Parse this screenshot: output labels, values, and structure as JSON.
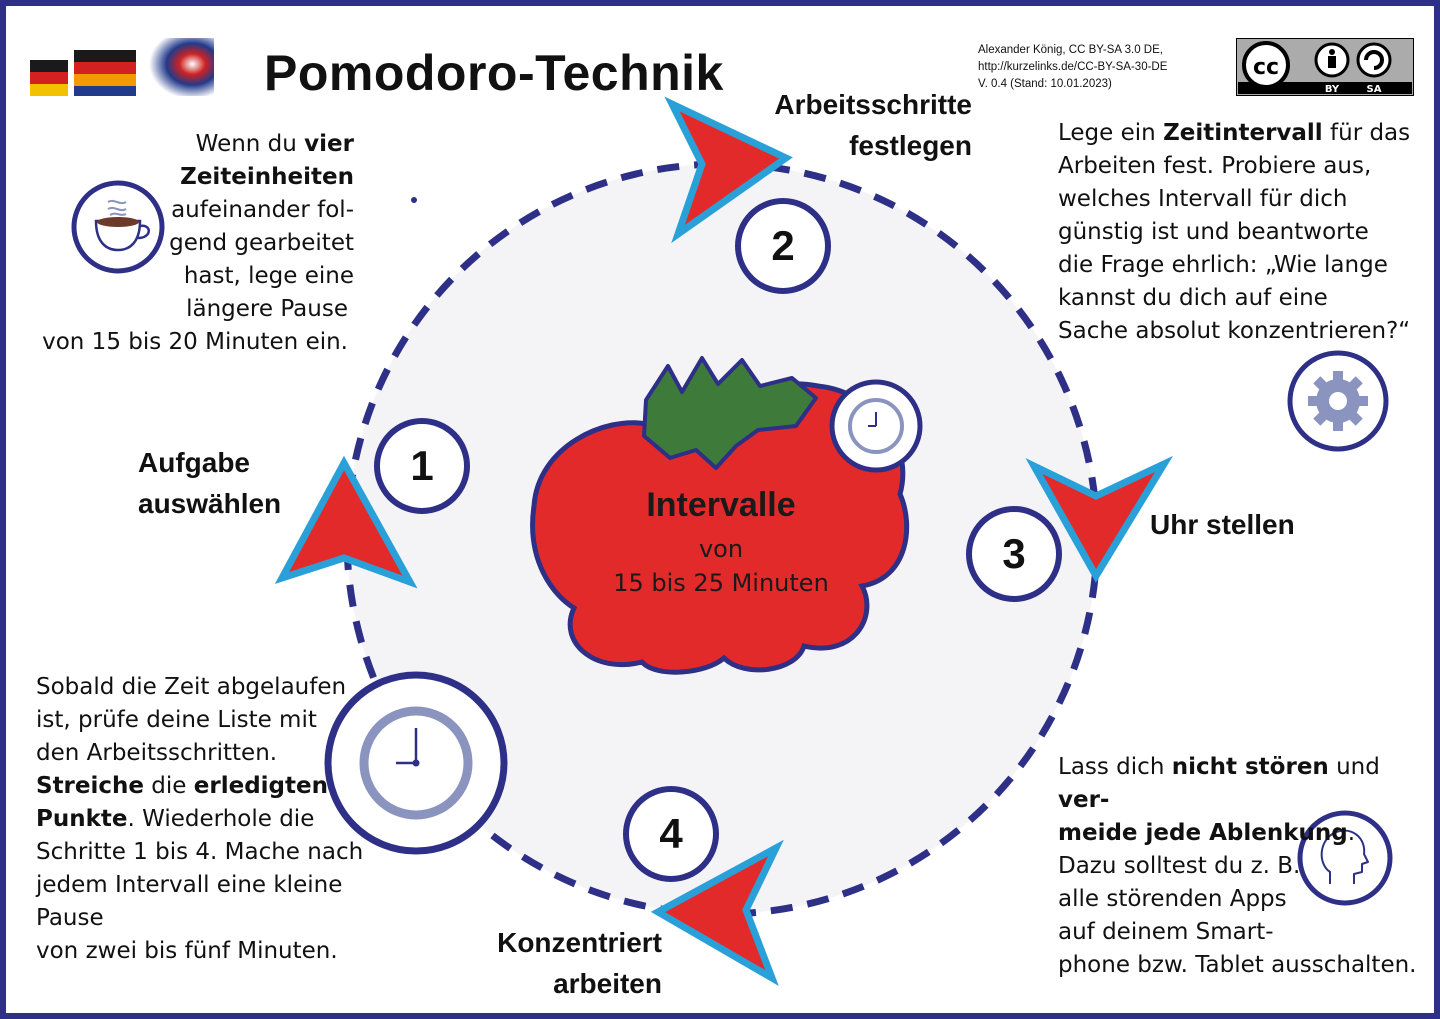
{
  "title": "Pomodoro-Technik",
  "credit": {
    "line1": "Alexander König, CC BY-SA 3.0 DE,",
    "line2": "http://kurzelinks.de/CC-BY-SA-30-DE",
    "line3": "V. 0.4 (Stand: 10.01.2023)"
  },
  "license": {
    "cc": "cc",
    "by": "BY",
    "sa": "SA"
  },
  "center": {
    "heading": "Intervalle",
    "line1": "von",
    "line2": "15 bis 25 Minuten"
  },
  "steps": [
    {
      "number": "1",
      "label_line1": "Aufgabe",
      "label_line2": "auswählen"
    },
    {
      "number": "2",
      "label_line1": "Arbeitsschritte",
      "label_line2": "festlegen"
    },
    {
      "number": "3",
      "label_line1": "Uhr stellen",
      "label_line2": ""
    },
    {
      "number": "4",
      "label_line1": "Konzentriert",
      "label_line2": "arbeiten"
    }
  ],
  "texts": {
    "long_break": {
      "l1a": "Wenn du ",
      "l1b": "vier Zeiteinheiten",
      "l2": "aufeinander fol-",
      "l3": "gend gearbeitet",
      "l4": "hast, lege eine",
      "l5": "längere Pause",
      "l6": "von 15 bis 20 Minuten ein."
    },
    "interval": {
      "l1a": "Lege ein ",
      "l1b": "Zeitintervall",
      "l1c": " für das",
      "l2": "Arbeiten fest. Probiere aus,",
      "l3": "welches Intervall für dich",
      "l4": "günstig ist und beantworte",
      "l5": "die Frage ehrlich: „Wie lange",
      "l6": "kannst du dich auf eine",
      "l7": "Sache absolut konzentrieren?“"
    },
    "focus": {
      "l1a": "Lass dich ",
      "l1b": "nicht stören",
      "l1c": " und ",
      "l1d": "ver-",
      "l2a": "meide jede Ablenkung",
      "l2b": ".",
      "l3": "Dazu solltest du z. B.",
      "l4": "alle störenden Apps",
      "l5": "auf deinem Smart-",
      "l6": "phone bzw. Tablet ausschalten."
    },
    "review": {
      "l1": "Sobald die Zeit abgelaufen",
      "l2": "ist, prüfe deine Liste mit",
      "l3": "den Arbeitsschritten.",
      "l4a": "Streiche",
      "l4b": " die ",
      "l4c": "erledigten",
      "l5a": "Punkte",
      "l5b": ". Wiederhole die",
      "l6": "Schritte 1 bis 4. Mache nach",
      "l7": "jedem Intervall eine kleine Pause",
      "l8": "von zwei bis fünf Minuten."
    }
  },
  "icons": [
    "coffee-cup-icon",
    "gear-icon",
    "head-icon",
    "clock-icon",
    "stopwatch-icon",
    "tomato-icon",
    "flag-icon"
  ],
  "colors": {
    "navy": "#2e2f86",
    "tomato": "#e32a2a",
    "stem": "#3e7a3a",
    "arrow_outline": "#2aa0d8",
    "circle_fill": "#f4f4f6",
    "clock_gray": "#8a94bf"
  }
}
